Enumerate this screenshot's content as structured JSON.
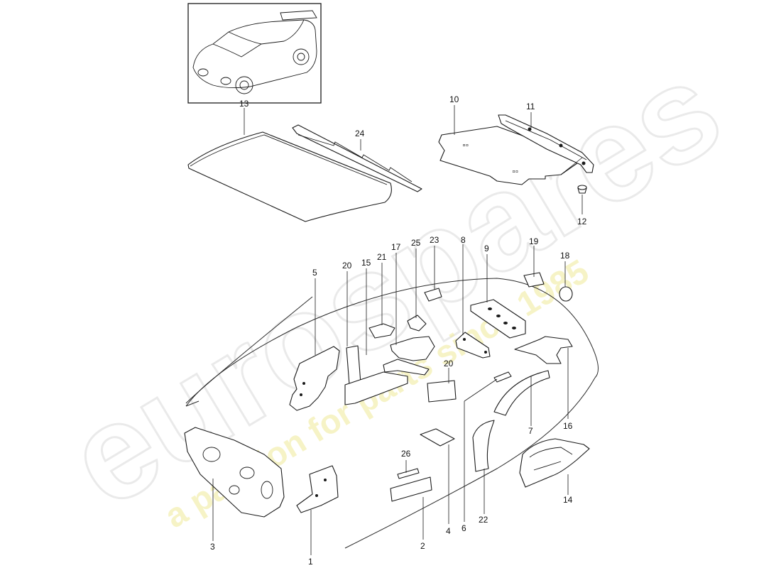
{
  "watermark": {
    "brand": "eurospares",
    "tagline": "a passion for parts since 1985",
    "tagline_color": "#f0ea98"
  },
  "callouts": {
    "c1": "1",
    "c2": "2",
    "c3": "3",
    "c4": "4",
    "c5": "5",
    "c6": "6",
    "c7": "7",
    "c8": "8",
    "c9": "9",
    "c10": "10",
    "c11": "11",
    "c12": "12",
    "c13": "13",
    "c14": "14",
    "c15": "15",
    "c16": "16",
    "c17": "17",
    "c18": "18",
    "c19": "19",
    "c20a": "20",
    "c20b": "20",
    "c21": "21",
    "c22": "22",
    "c23": "23",
    "c24": "24",
    "c25": "25",
    "c26": "26"
  }
}
